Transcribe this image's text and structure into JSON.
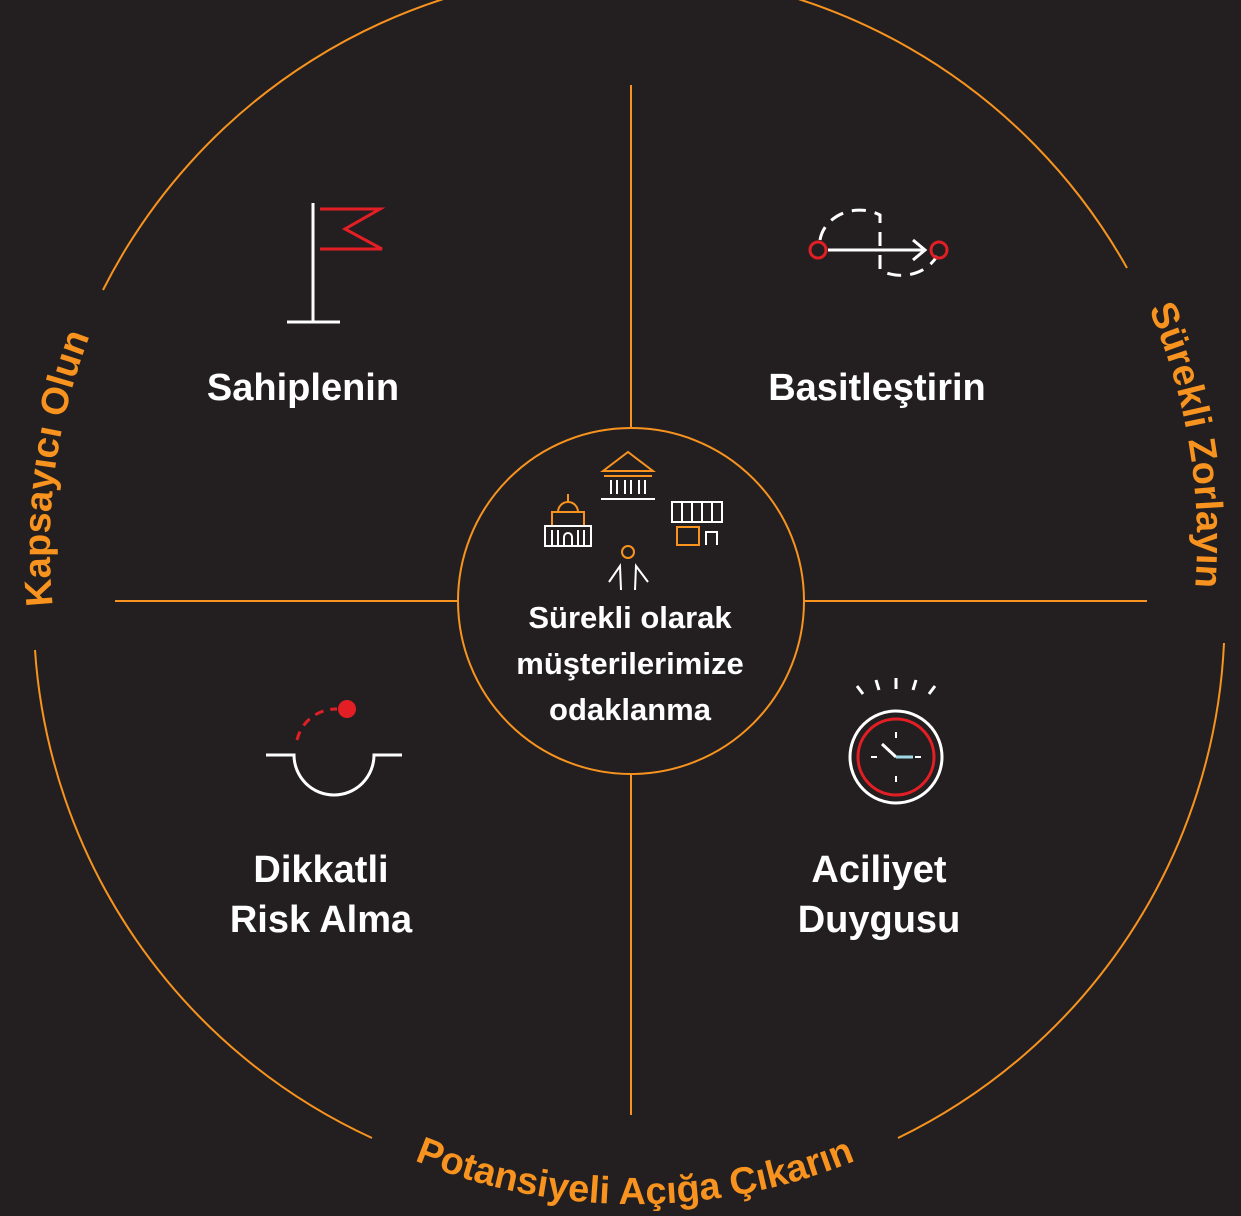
{
  "outer_labels": {
    "left": "Kapsayıcı Olun",
    "right": "Sürekli Zorlayın",
    "bottom": "Potansiyeli Açığa Çıkarın"
  },
  "quadrants": {
    "top_left": {
      "lines": [
        "Sahiplenin"
      ],
      "icon": "flag-icon"
    },
    "top_right": {
      "lines": [
        "Basitleştirin"
      ],
      "icon": "simplify-path-icon"
    },
    "bottom_left": {
      "lines": [
        "Dikkatli",
        "Risk Alma"
      ],
      "icon": "careful-risk-icon"
    },
    "bottom_right": {
      "lines": [
        "Aciliyet",
        "Duygusu"
      ],
      "icon": "stopwatch-icon"
    }
  },
  "center": {
    "lines": [
      "Sürekli olarak",
      "müşterilerimize",
      "odaklanma"
    ],
    "icons": [
      "bank-icon",
      "government-building-icon",
      "storefront-icon",
      "person-icon"
    ]
  },
  "colors": {
    "background": "#231f20",
    "accent": "#f7931e",
    "icon_red": "#e31e24",
    "text": "#ffffff"
  }
}
